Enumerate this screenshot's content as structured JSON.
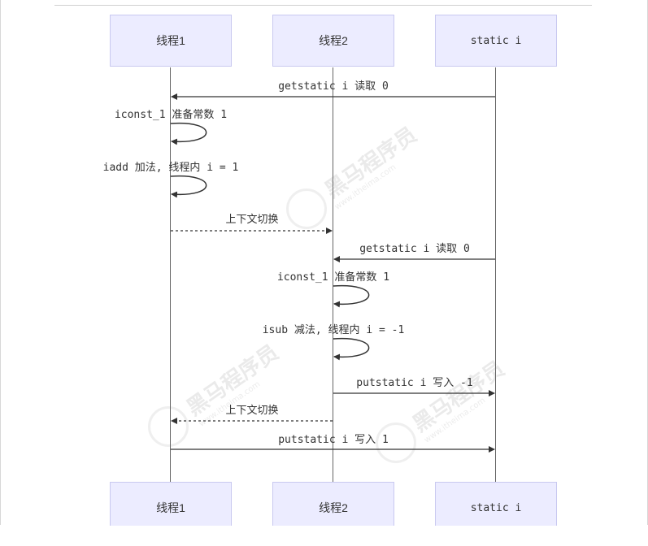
{
  "actors": [
    {
      "label": "线程1"
    },
    {
      "label": "线程2"
    },
    {
      "label": "static i"
    }
  ],
  "messages": [
    {
      "text": "getstatic i 读取 0"
    },
    {
      "text": "iconst_1 准备常数 1"
    },
    {
      "text": "iadd 加法, 线程内 i = 1"
    },
    {
      "text": "上下文切换"
    },
    {
      "text": "getstatic i 读取 0"
    },
    {
      "text": "iconst_1 准备常数 1"
    },
    {
      "text": "isub 减法, 线程内 i = -1"
    },
    {
      "text": "putstatic i 写入 -1"
    },
    {
      "text": "上下文切换"
    },
    {
      "text": "putstatic i 写入 1"
    }
  ],
  "watermark": {
    "brand": "黑马程序员",
    "site": "www.itheima.com"
  },
  "colors": {
    "actor_fill": "#ececff",
    "actor_border": "#c9c9f0",
    "line": "#333333"
  }
}
